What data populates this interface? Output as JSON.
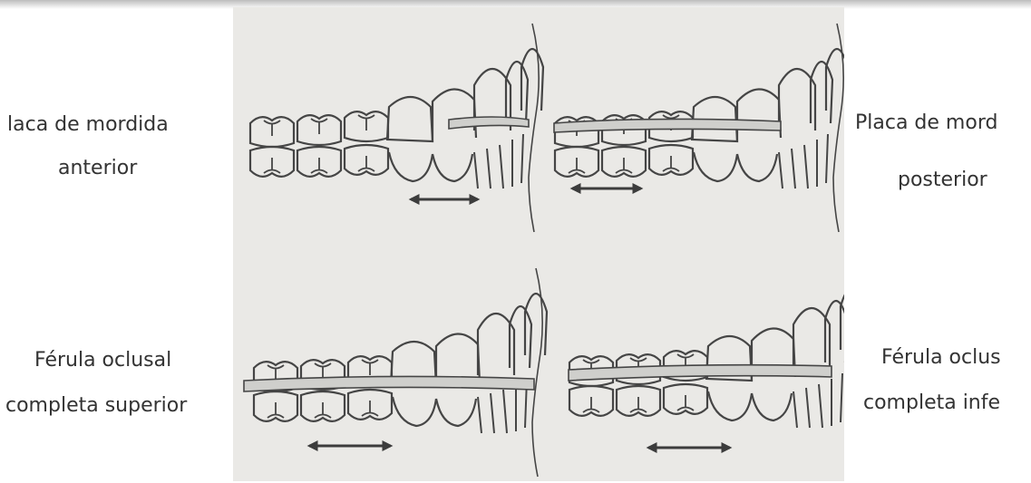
{
  "labels": {
    "top_left": [
      "laca de mordida",
      "anterior"
    ],
    "top_right": [
      "Placa de mord",
      "posterior"
    ],
    "bottom_left": [
      "Férula oclusal",
      "completa superior"
    ],
    "bottom_right": [
      "Férula oclus",
      "completa infe"
    ]
  },
  "colors": {
    "paper": "#eae9e6",
    "ink": "#454545",
    "label": "#333333"
  }
}
